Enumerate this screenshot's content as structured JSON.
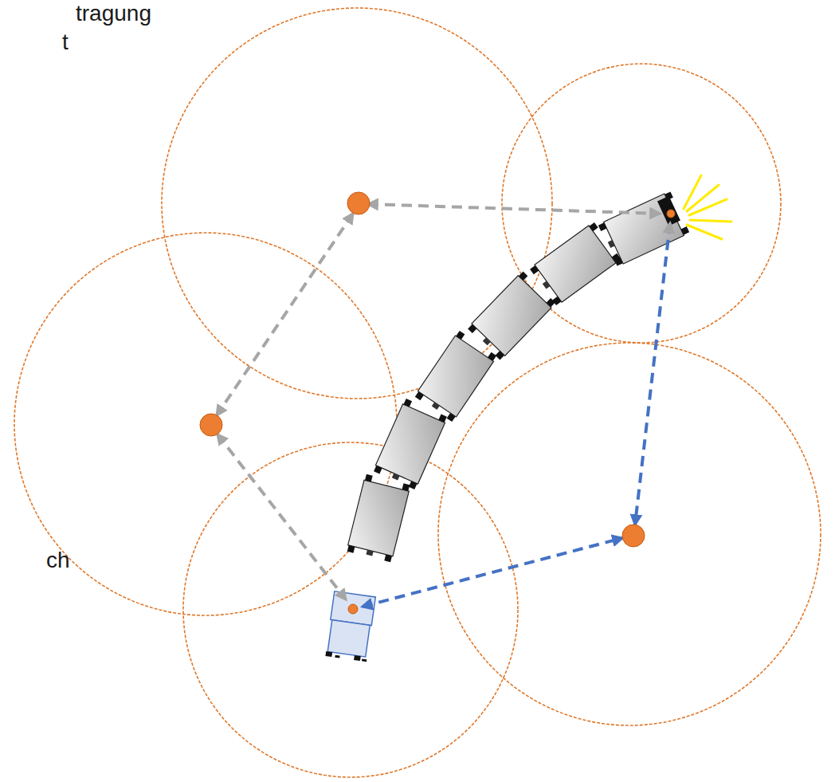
{
  "diagram": {
    "labels": [
      "tragung",
      "t",
      "ch"
    ]
  }
}
